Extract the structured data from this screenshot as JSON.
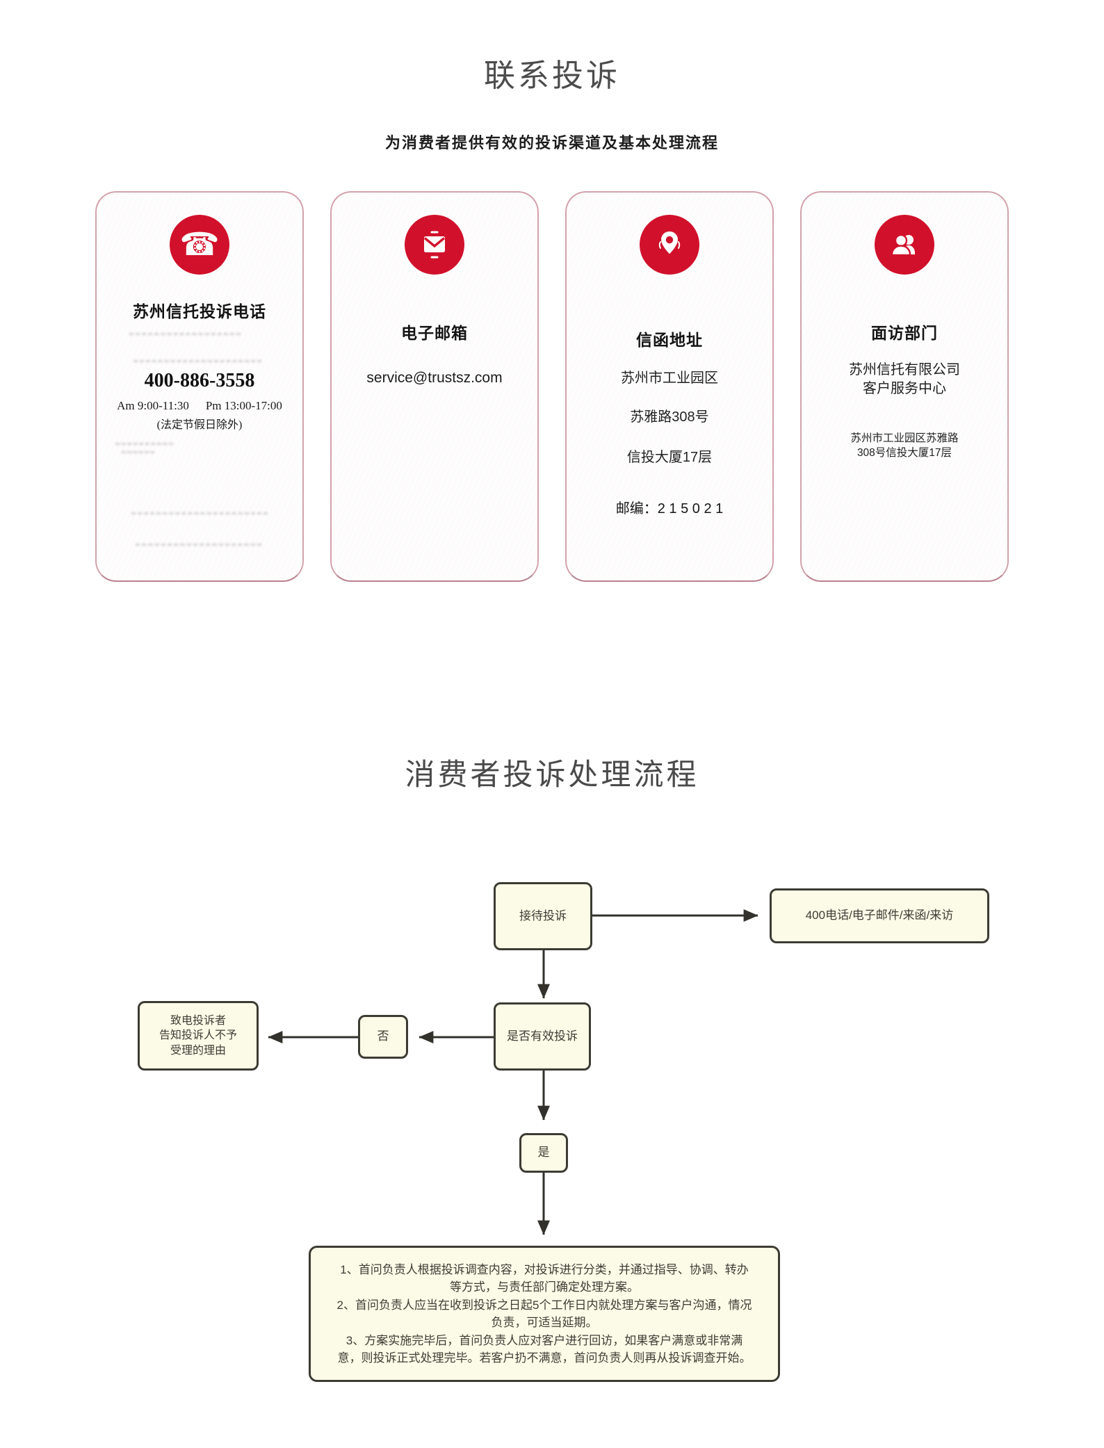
{
  "colors": {
    "accent_red": "#d1112b",
    "card_border": "#d3a2ac",
    "flow_box_bg": "#fcfbe7",
    "flow_box_border": "#3c3b33",
    "title_gray": "#4c4c4c"
  },
  "icons": {
    "card1": "phone-icon",
    "card2": "mail-icon",
    "card3": "location-pin-icon",
    "card4": "people-icon"
  },
  "contact": {
    "title": "联系投诉",
    "subtitle": "为消费者提供有效的投诉渠道及基本处理流程",
    "phone_card": {
      "title": "苏州信托投诉电话",
      "number": "400-886-3558",
      "hours_am": "Am 9:00-11:30",
      "hours_pm": "Pm 13:00-17:00",
      "note": "(法定节假日除外)"
    },
    "email_card": {
      "title": "电子邮箱",
      "email": "service@trustsz.com"
    },
    "mail_card": {
      "title": "信函地址",
      "line1": "苏州市工业园区",
      "line2": "苏雅路308号",
      "line3": "信投大厦17层",
      "postcode": "邮编：2 1 5 0 2 1"
    },
    "visit_card": {
      "title": "面访部门",
      "org": "苏州信托有限公司\n客户服务中心",
      "address": "苏州市工业园区苏雅路\n308号信投大厦17层"
    }
  },
  "process": {
    "title": "消费者投诉处理流程",
    "nodes": {
      "receive": "接待投诉",
      "channels": "400电话/电子邮件/来函/来访",
      "valid_check": "是否有效投诉",
      "no": "否",
      "reject": "致电投诉者\n告知投诉人不予\n受理的理由",
      "yes": "是",
      "handle": "1、首问负责人根据投诉调查内容，对投诉进行分类，并通过指导、协调、转办\n等方式，与责任部门确定处理方案。\n2、首问负责人应当在收到投诉之日起5个工作日内就处理方案与客户沟通，情况\n负责，可适当延期。\n3、方案实施完毕后，首问负责人应对客户进行回访，如果客户满意或非常满\n意，则投诉正式处理完毕。若客户扔不满意，首问负责人则再从投诉调查开始。"
    }
  }
}
